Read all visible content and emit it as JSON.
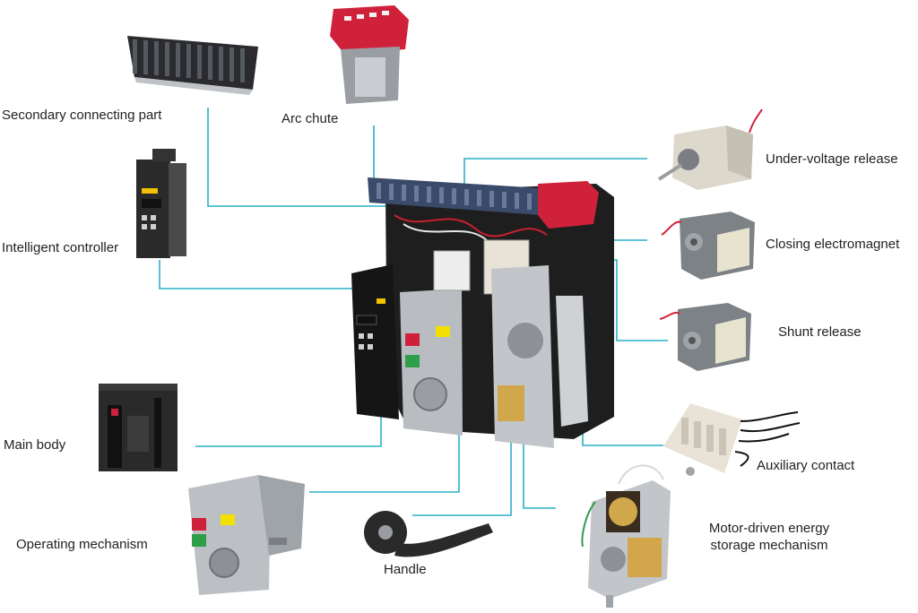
{
  "labels": {
    "secondary_connecting_part": "Secondary connecting part",
    "arc_chute": "Arc chute",
    "intelligent_controller": "Intelligent controller",
    "main_body": "Main body",
    "operating_mechanism": "Operating mechanism",
    "handle": "Handle",
    "under_voltage_release": "Under-voltage release",
    "closing_electromagnet": "Closing electromagnet",
    "shunt_release": "Shunt release",
    "auxiliary_contact": "Auxiliary contact",
    "motor_energy_line1": "Motor-driven energy",
    "motor_energy_line2": "storage mechanism"
  },
  "colors": {
    "leader": "#2ab0c5",
    "breaker_body": "#1e1e1e",
    "arc_chute_red": "#d0213a",
    "release_grey": "#7c8286",
    "terminal_blue": "#3a4a6a"
  }
}
